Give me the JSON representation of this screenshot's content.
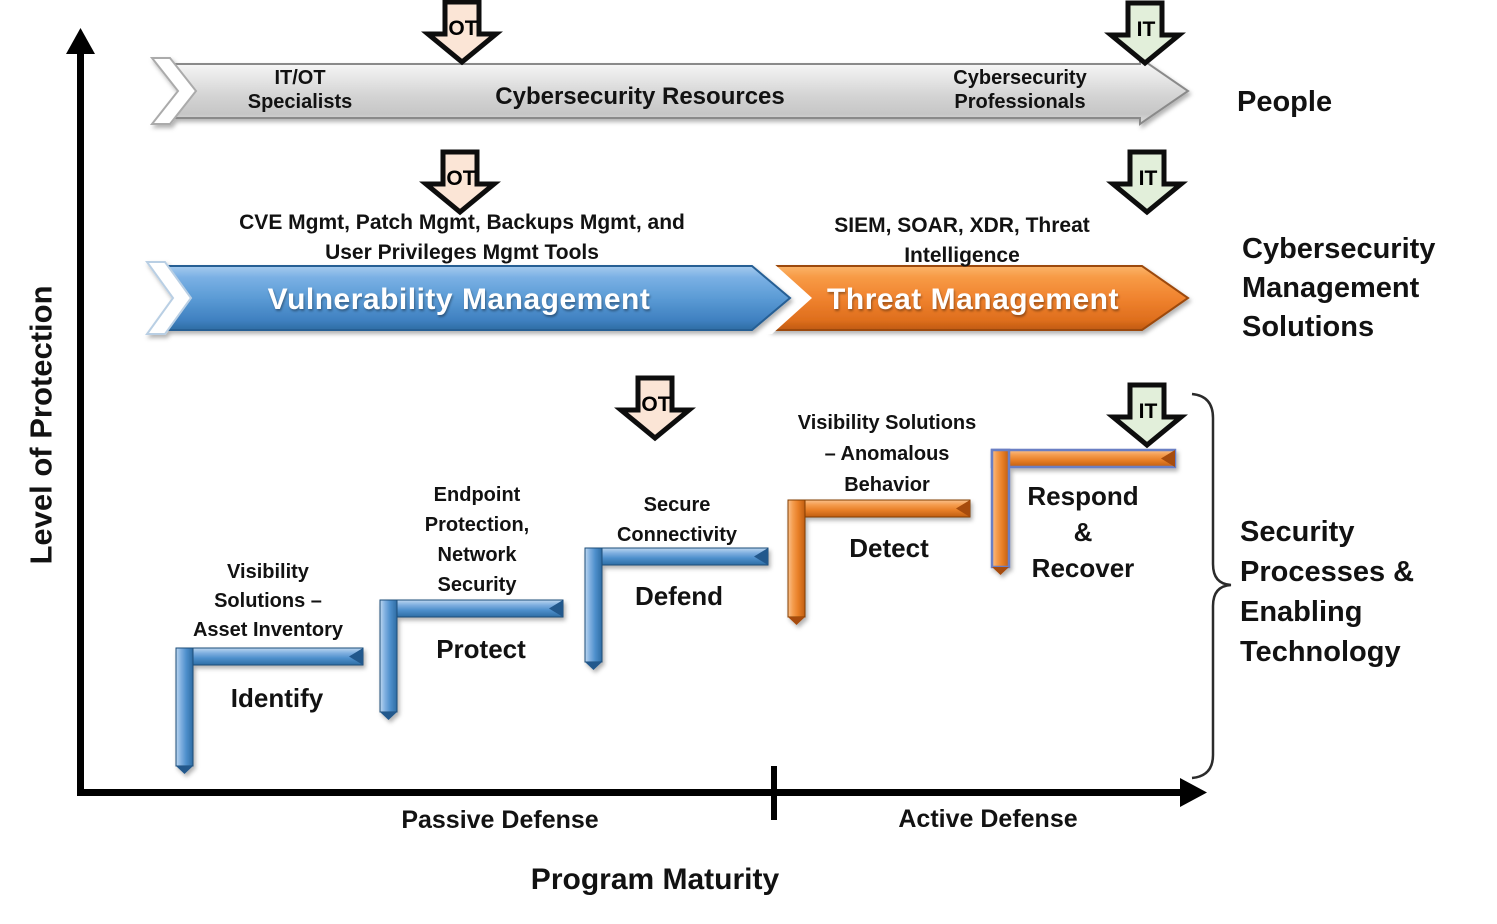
{
  "axes": {
    "y_label": "Level of Protection",
    "x_label": "Program Maturity",
    "left_region": "Passive Defense",
    "right_region": "Active Defense"
  },
  "markers": {
    "ot": "OT",
    "it": "IT"
  },
  "rows": {
    "people": {
      "label": "People",
      "segments": [
        "IT/OT\nSpecialists",
        "Cybersecurity Resources",
        "Cybersecurity\nProfessionals"
      ]
    },
    "management": {
      "label": "Cybersecurity\nManagement\nSolutions",
      "left_tools": "CVE Mgmt, Patch Mgmt, Backups Mgmt, and\nUser Privileges Mgmt Tools",
      "right_tools": "SIEM, SOAR, XDR, Threat\nIntelligence",
      "left_arrow": "Vulnerability Management",
      "right_arrow": "Threat Management"
    },
    "processes": {
      "label": "Security\nProcesses &\nEnabling\nTechnology",
      "steps": [
        {
          "name": "Identify",
          "description": "Visibility\nSolutions –\nAsset Inventory"
        },
        {
          "name": "Protect",
          "description": "Endpoint\nProtection,\nNetwork\nSecurity"
        },
        {
          "name": "Defend",
          "description": "Secure\nConnectivity"
        },
        {
          "name": "Detect",
          "description": "Visibility Solutions\n– Anomalous\nBehavior"
        },
        {
          "name": "Respond\n&\nRecover",
          "description": ""
        }
      ]
    }
  },
  "colors": {
    "vulnerability_blue": "#5B9BD5",
    "threat_orange": "#ED7D31",
    "people_gray": "#D6D6D6",
    "ot_marker_fill": "#FBE5D6",
    "it_marker_fill": "#E2EFDA",
    "axis_black": "#000000"
  }
}
